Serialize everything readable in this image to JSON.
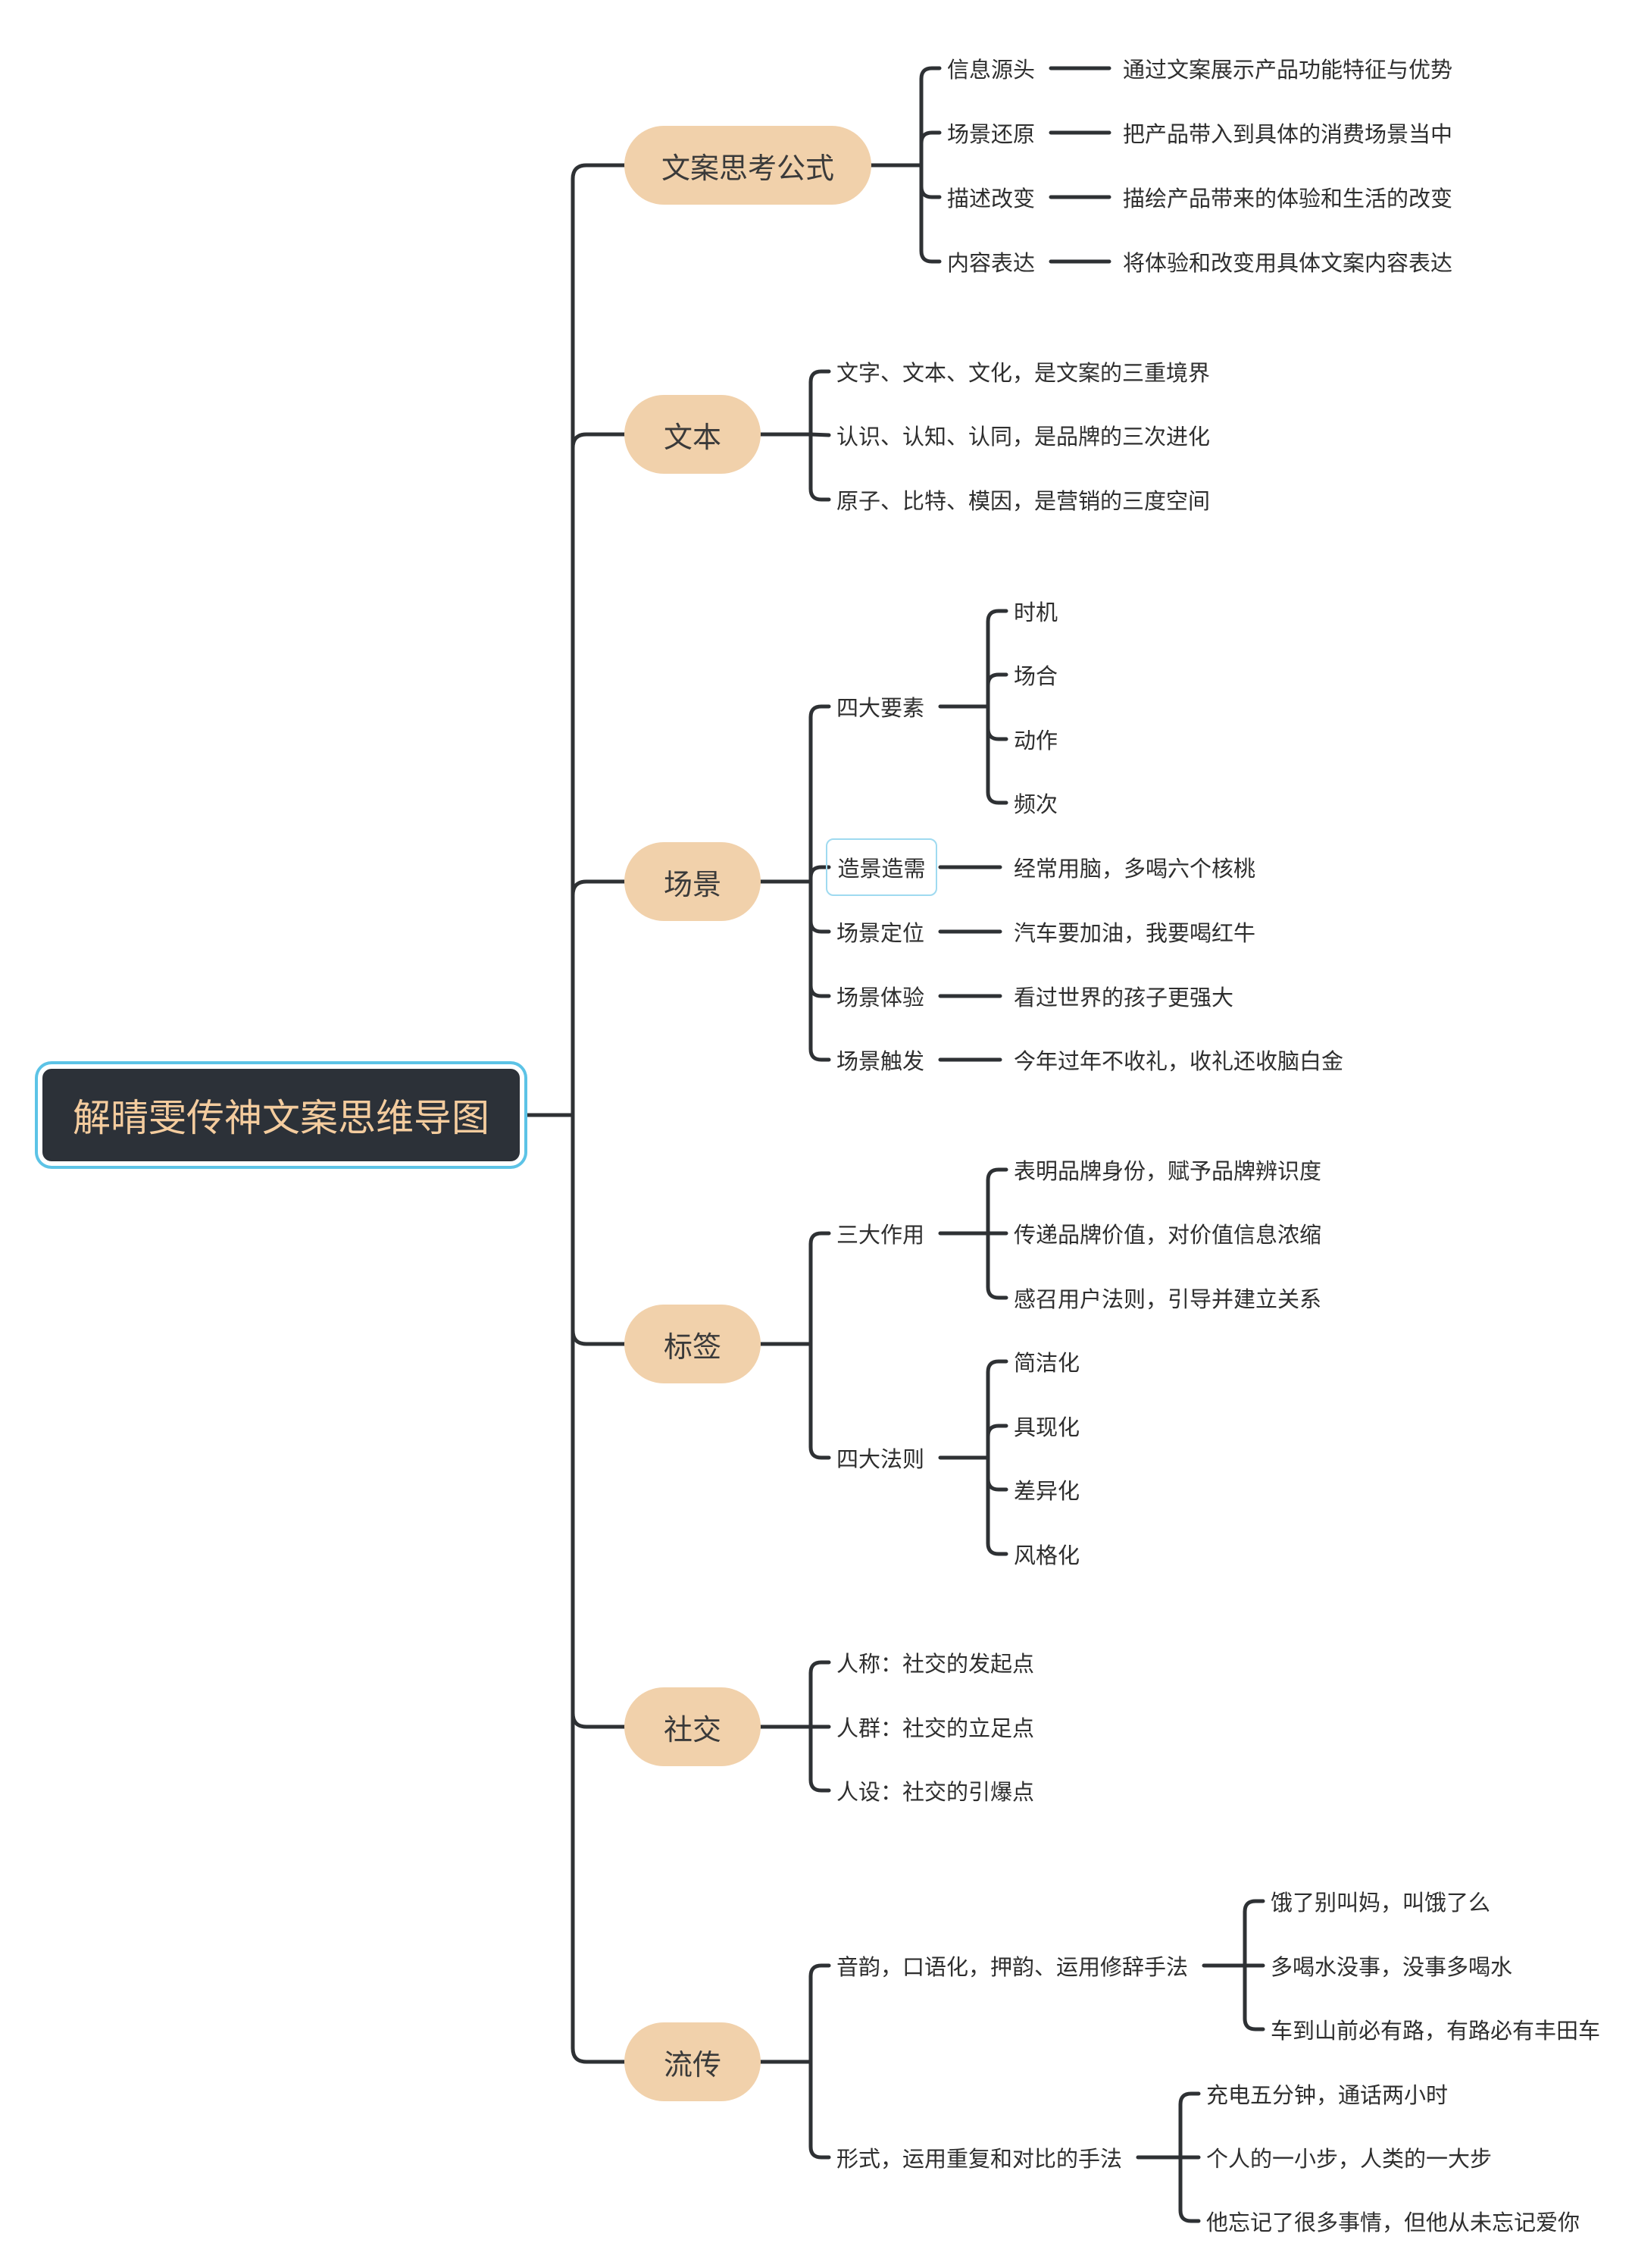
{
  "root": {
    "title": "解晴雯传神文案思维导图"
  },
  "branches": [
    {
      "id": "b1",
      "label": "文案思考公式",
      "children": [
        {
          "id": "b1c1",
          "label": "信息源头",
          "children": [
            {
              "id": "b1c1a",
              "label": "通过文案展示产品功能特征与优势"
            }
          ]
        },
        {
          "id": "b1c2",
          "label": "场景还原",
          "children": [
            {
              "id": "b1c2a",
              "label": "把产品带入到具体的消费场景当中"
            }
          ]
        },
        {
          "id": "b1c3",
          "label": "描述改变",
          "children": [
            {
              "id": "b1c3a",
              "label": "描绘产品带来的体验和生活的改变"
            }
          ]
        },
        {
          "id": "b1c4",
          "label": "内容表达",
          "children": [
            {
              "id": "b1c4a",
              "label": "将体验和改变用具体文案内容表达"
            }
          ]
        }
      ]
    },
    {
      "id": "b2",
      "label": "文本",
      "children": [
        {
          "id": "b2c1",
          "label": "文字、文本、文化，是文案的三重境界"
        },
        {
          "id": "b2c2",
          "label": "认识、认知、认同，是品牌的三次进化"
        },
        {
          "id": "b2c3",
          "label": "原子、比特、模因，是营销的三度空间"
        }
      ]
    },
    {
      "id": "b3",
      "label": "场景",
      "children": [
        {
          "id": "b3c1",
          "label": "四大要素",
          "children": [
            {
              "id": "b3c1a",
              "label": "时机"
            },
            {
              "id": "b3c1b",
              "label": "场合"
            },
            {
              "id": "b3c1c",
              "label": "动作"
            },
            {
              "id": "b3c1d",
              "label": "频次"
            }
          ]
        },
        {
          "id": "b3c2",
          "label": "造景造需",
          "selected": true,
          "children": [
            {
              "id": "b3c2a",
              "label": "经常用脑，多喝六个核桃"
            }
          ]
        },
        {
          "id": "b3c3",
          "label": "场景定位",
          "children": [
            {
              "id": "b3c3a",
              "label": "汽车要加油，我要喝红牛"
            }
          ]
        },
        {
          "id": "b3c4",
          "label": "场景体验",
          "children": [
            {
              "id": "b3c4a",
              "label": "看过世界的孩子更强大"
            }
          ]
        },
        {
          "id": "b3c5",
          "label": "场景触发",
          "children": [
            {
              "id": "b3c5a",
              "label": "今年过年不收礼，收礼还收脑白金"
            }
          ]
        }
      ]
    },
    {
      "id": "b4",
      "label": "标签",
      "children": [
        {
          "id": "b4c1",
          "label": "三大作用",
          "children": [
            {
              "id": "b4c1a",
              "label": "表明品牌身份，赋予品牌辨识度"
            },
            {
              "id": "b4c1b",
              "label": "传递品牌价值，对价值信息浓缩"
            },
            {
              "id": "b4c1c",
              "label": "感召用户法则，引导并建立关系"
            }
          ]
        },
        {
          "id": "b4c2",
          "label": "四大法则",
          "children": [
            {
              "id": "b4c2a",
              "label": "简洁化"
            },
            {
              "id": "b4c2b",
              "label": "具现化"
            },
            {
              "id": "b4c2c",
              "label": "差异化"
            },
            {
              "id": "b4c2d",
              "label": "风格化"
            }
          ]
        }
      ]
    },
    {
      "id": "b5",
      "label": "社交",
      "children": [
        {
          "id": "b5c1",
          "label": "人称：社交的发起点"
        },
        {
          "id": "b5c2",
          "label": "人群：社交的立足点"
        },
        {
          "id": "b5c3",
          "label": "人设：社交的引爆点"
        }
      ]
    },
    {
      "id": "b6",
      "label": "流传",
      "children": [
        {
          "id": "b6c1",
          "label": "音韵，口语化，押韵、运用修辞手法",
          "children": [
            {
              "id": "b6c1a",
              "label": "饿了别叫妈，叫饿了么"
            },
            {
              "id": "b6c1b",
              "label": "多喝水没事，没事多喝水"
            },
            {
              "id": "b6c1c",
              "label": "车到山前必有路，有路必有丰田车"
            }
          ]
        },
        {
          "id": "b6c2",
          "label": "形式，运用重复和对比的手法",
          "children": [
            {
              "id": "b6c2a",
              "label": "充电五分钟，通话两小时"
            },
            {
              "id": "b6c2b",
              "label": "个人的一小步，人类的一大步"
            },
            {
              "id": "b6c2c",
              "label": "他忘记了很多事情，但他从未忘记爱你"
            }
          ]
        }
      ]
    }
  ]
}
